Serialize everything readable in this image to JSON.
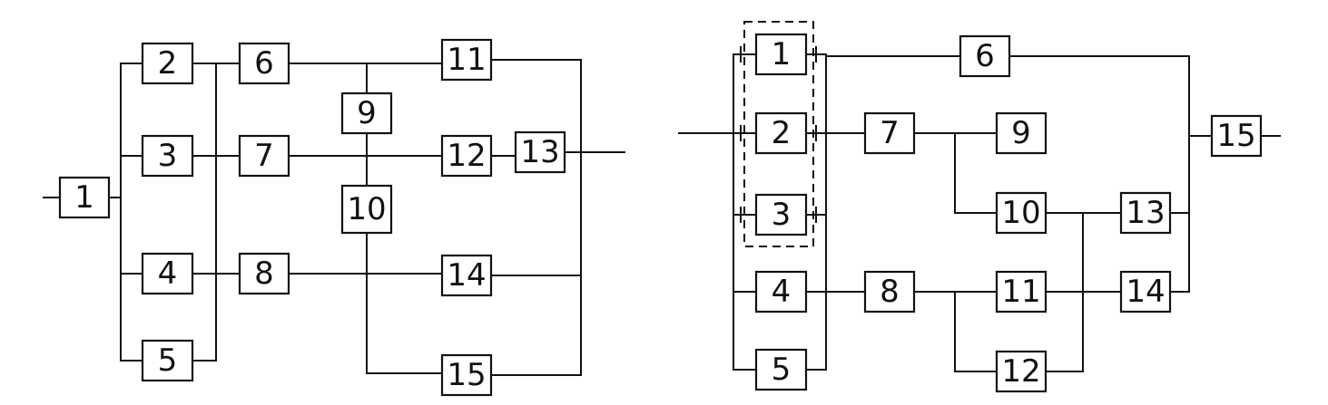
{
  "left_diagram": {
    "blocks": [
      {
        "id": "L1",
        "label": "1"
      },
      {
        "id": "L2",
        "label": "2"
      },
      {
        "id": "L3",
        "label": "3"
      },
      {
        "id": "L4",
        "label": "4"
      },
      {
        "id": "L5",
        "label": "5"
      },
      {
        "id": "L6",
        "label": "6"
      },
      {
        "id": "L7",
        "label": "7"
      },
      {
        "id": "L8",
        "label": "8"
      },
      {
        "id": "L9",
        "label": "9"
      },
      {
        "id": "L10",
        "label": "10"
      },
      {
        "id": "L11",
        "label": "11"
      },
      {
        "id": "L12",
        "label": "12"
      },
      {
        "id": "L13",
        "label": "13"
      },
      {
        "id": "L14",
        "label": "14"
      },
      {
        "id": "L15",
        "label": "15"
      }
    ]
  },
  "right_diagram": {
    "blocks": [
      {
        "id": "R1",
        "label": "1"
      },
      {
        "id": "R2",
        "label": "2"
      },
      {
        "id": "R3",
        "label": "3"
      },
      {
        "id": "R4",
        "label": "4"
      },
      {
        "id": "R5",
        "label": "5"
      },
      {
        "id": "R6",
        "label": "6"
      },
      {
        "id": "R7",
        "label": "7"
      },
      {
        "id": "R8",
        "label": "8"
      },
      {
        "id": "R9",
        "label": "9"
      },
      {
        "id": "R10",
        "label": "10"
      },
      {
        "id": "R11",
        "label": "11"
      },
      {
        "id": "R12",
        "label": "12"
      },
      {
        "id": "R13",
        "label": "13"
      },
      {
        "id": "R14",
        "label": "14"
      },
      {
        "id": "R15",
        "label": "15"
      }
    ],
    "grouped_blocks": [
      "R1",
      "R2",
      "R3"
    ]
  }
}
